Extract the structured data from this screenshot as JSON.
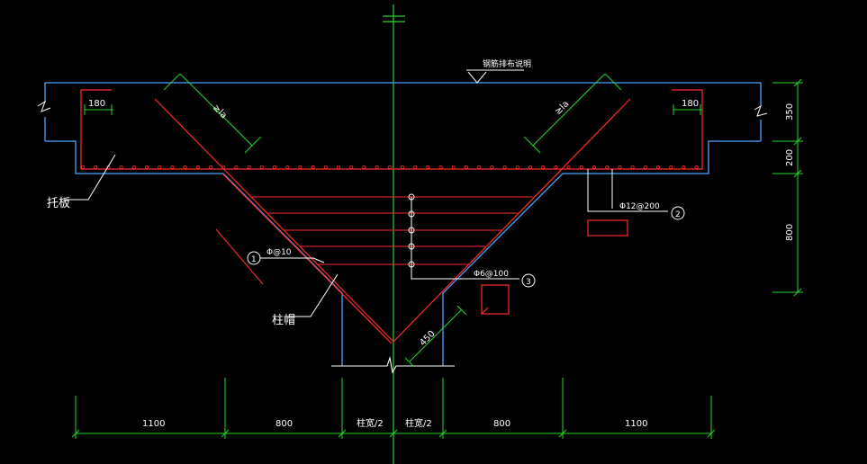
{
  "colors": {
    "background": "#000000",
    "concrete_outline": "#4aa3ff",
    "rebar": "#ff2a2a",
    "dimension": "#27d62d",
    "centerline": "#27d62d",
    "text": "#ffffff"
  },
  "labels": {
    "top_note": "钢筋排布说明",
    "tuoban": "托板",
    "zhumao": "柱帽",
    "anchor_left": "≥la",
    "anchor_right": "≥la",
    "cover_left": "180",
    "cover_right": "180",
    "rebar1_mark": "1",
    "rebar1_spec": "Φ@10",
    "rebar2_mark": "2",
    "rebar2_spec": "Φ12@200",
    "rebar3_mark": "3",
    "rebar3_spec": "Φ6@100",
    "slope_dim": "450"
  },
  "dimensions": {
    "bottom": [
      "1100",
      "800",
      "柱宽/2",
      "柱宽/2",
      "800",
      "1100"
    ],
    "right": [
      "350",
      "200",
      "800"
    ]
  }
}
